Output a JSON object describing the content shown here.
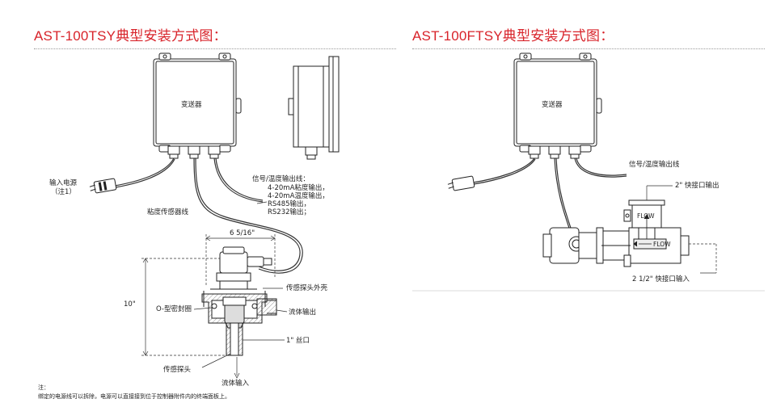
{
  "left": {
    "title": "AST-100TSY典型安装方式图：",
    "transmitter": "变送器",
    "power_input": "输入电源",
    "power_note": "（注1）",
    "signal_title": "信号/温度输出线：",
    "signal_lines": [
      "4-20mA粘度输出，",
      "4-20mA温度输出，",
      "RS485输出，",
      "RS232输出；"
    ],
    "sensor_cable": "粘度传感器线",
    "width_dim": "6 5/16\"",
    "height_dim": "10\"",
    "housing": "传感探头外壳",
    "oring": "O-型密封圈",
    "fluid_out": "流体输出",
    "thread": "1\" 丝口",
    "probe": "传感探头",
    "fluid_in": "流体输入"
  },
  "right": {
    "title": "AST-100FTSY典型安装方式图：",
    "transmitter": "变送器",
    "signal_title": "信号/温度输出线",
    "out_2": "2\" 快接口输出",
    "flow1": "FLOW",
    "flow2": "FLOW",
    "in_25": "2 1/2\" 快接口输入"
  },
  "notes": {
    "heading": "注：",
    "line1": "绑定的电源线可以拆除，电源可以直接接到位于控制器附件内的终端面板上。"
  }
}
